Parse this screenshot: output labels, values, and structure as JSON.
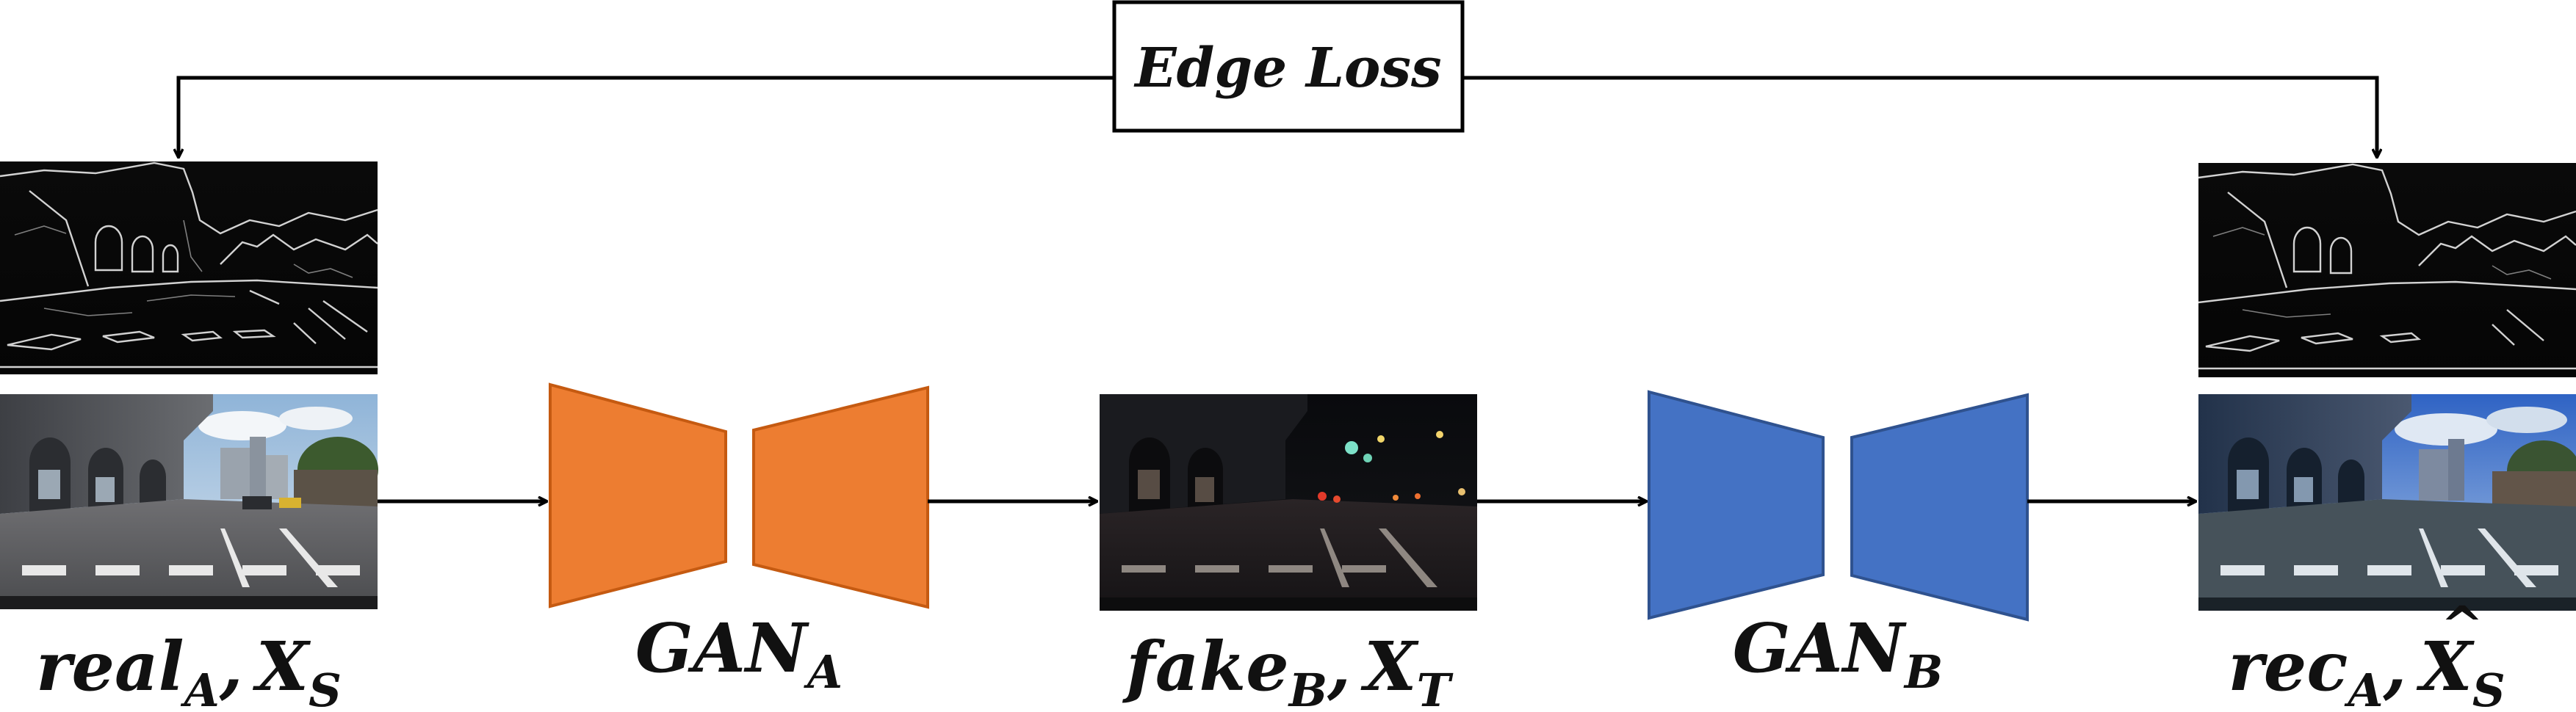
{
  "edge_loss": {
    "label": "Edge Loss"
  },
  "real_a": {
    "name": "real",
    "name_sub": "A",
    "sep": ",",
    "var": "X",
    "var_sub": "S"
  },
  "gan_a": {
    "name": "GAN",
    "name_sub": "A",
    "color": "#ED7D31",
    "stroke": "#C55A11"
  },
  "fake_b": {
    "name": "fake",
    "name_sub": "B",
    "sep": ",",
    "var": "X",
    "var_sub": "T"
  },
  "gan_b": {
    "name": "GAN",
    "name_sub": "B",
    "color": "#4472C4",
    "stroke": "#2F528F"
  },
  "rec_a": {
    "name": "rec",
    "name_sub": "A",
    "sep": ",",
    "var": "X",
    "var_hat": "^",
    "var_sub": "S"
  }
}
